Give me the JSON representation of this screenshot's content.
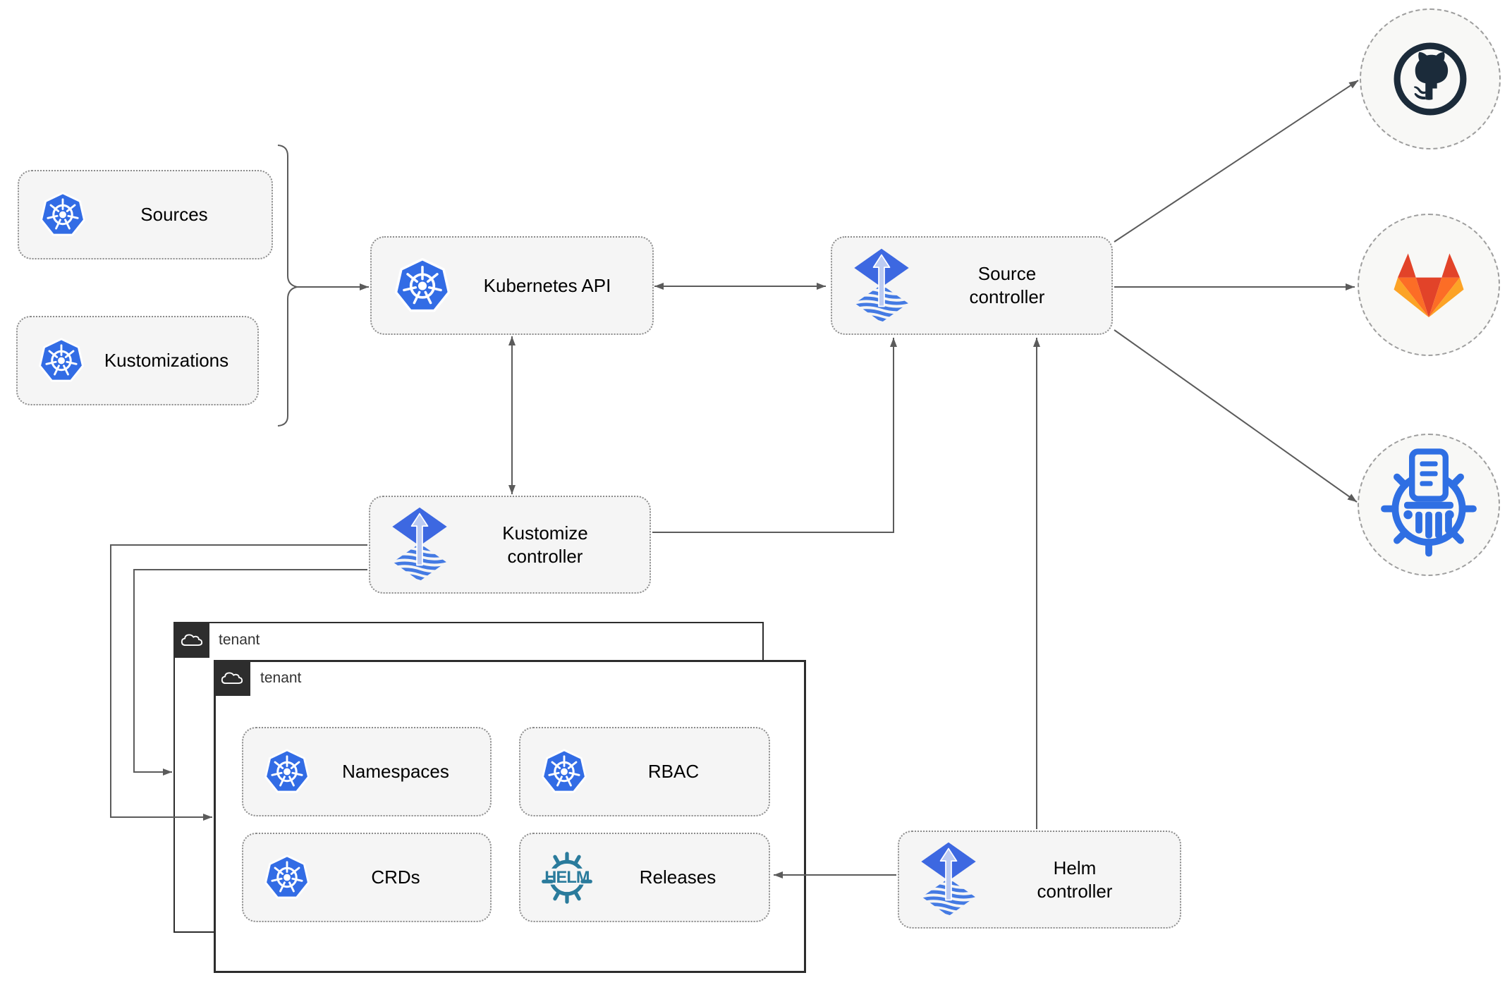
{
  "nodes": {
    "sources": {
      "label": "Sources",
      "icon": "kubernetes-icon"
    },
    "kustomizations": {
      "label": "Kustomizations",
      "icon": "kubernetes-icon"
    },
    "kubernetes_api": {
      "label": "Kubernetes API",
      "icon": "kubernetes-icon"
    },
    "source_controller": {
      "label_line1": "Source",
      "label_line2": "controller",
      "icon": "flux-icon"
    },
    "kustomize_controller": {
      "label_line1": "Kustomize",
      "label_line2": "controller",
      "icon": "flux-icon"
    },
    "helm_controller": {
      "label_line1": "Helm",
      "label_line2": "controller",
      "icon": "flux-icon"
    },
    "namespaces": {
      "label": "Namespaces",
      "icon": "kubernetes-icon"
    },
    "rbac": {
      "label": "RBAC",
      "icon": "kubernetes-icon"
    },
    "crds": {
      "label": "CRDs",
      "icon": "kubernetes-icon"
    },
    "releases": {
      "label": "Releases",
      "icon": "helm-wheel-icon",
      "icon_text": "HELM"
    }
  },
  "tenants": {
    "outer": {
      "label": "tenant",
      "icon": "cloud-icon"
    },
    "inner": {
      "label": "tenant",
      "icon": "cloud-icon"
    }
  },
  "providers": {
    "github": {
      "icon": "github-icon"
    },
    "gitlab": {
      "icon": "gitlab-icon"
    },
    "chart_repository": {
      "icon": "chartmuseum-icon"
    }
  },
  "colors": {
    "kubernetes_blue": "#326CE5",
    "flux_diamond_blue": "#3D68E1",
    "flux_arrow_light": "#BCCBF2",
    "flux_wave_blue": "#447AE3",
    "helm_teal": "#2A7B9C",
    "chartmuseum_blue": "#2F6FE3",
    "github_dark": "#1B2B3A",
    "gitlab_red": "#E24329",
    "gitlab_orange": "#FC6D26",
    "gitlab_amber": "#FCA326",
    "connector_gray": "#5B5B5B",
    "node_background": "#F5F5F5",
    "node_border": "#8C8C8C",
    "tenant_frame": "#2D2D2D"
  }
}
